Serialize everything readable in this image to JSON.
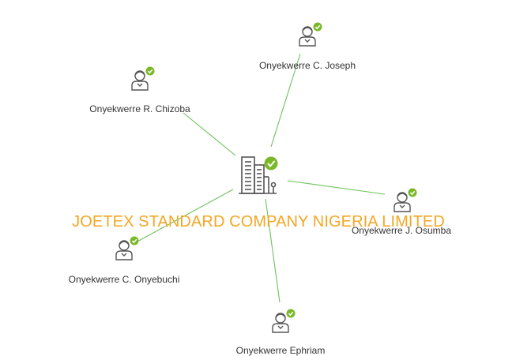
{
  "company": {
    "name": "JOETEX STANDARD COMPANY NIGERIA LIMITED",
    "verified": true,
    "name_color": "#f5a623"
  },
  "people": [
    {
      "name": "Onyekwerre C. Joseph",
      "verified": true
    },
    {
      "name": "Onyekwerre R. Chizoba",
      "verified": true
    },
    {
      "name": "Onyekwerre J. Osumba",
      "verified": true
    },
    {
      "name": "Onyekwerre C. Onyebuchi",
      "verified": true
    },
    {
      "name": "Onyekwerre Ephriam",
      "verified": true
    }
  ],
  "colors": {
    "edge": "#6cc35a",
    "check": "#7ab829",
    "icon": "#555555"
  },
  "icons": {
    "company": "building-icon",
    "person": "person-icon",
    "verified": "check-badge-icon"
  }
}
